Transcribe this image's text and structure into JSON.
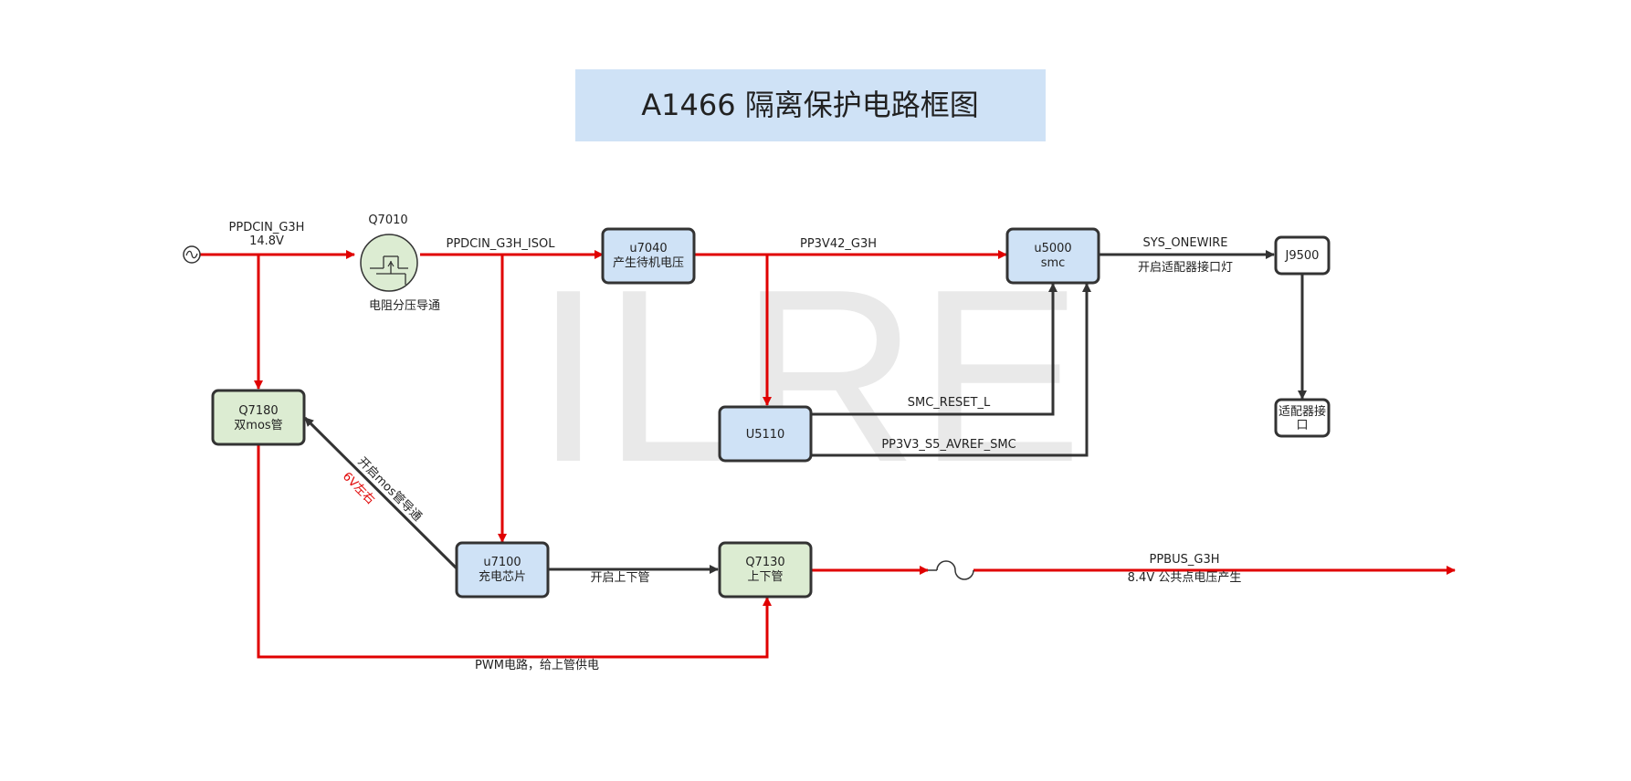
{
  "title": "A1466  隔离保护电路框图",
  "watermark": "ILRE",
  "colors": {
    "title_bg": "#cfe2f6",
    "box_blue": "#cfe2f6",
    "box_green": "#dcecd2",
    "signal_red": "#e00000",
    "line_dark": "#333333"
  },
  "nodes": {
    "q7010": {
      "label": "Q7010",
      "note": "电阻分压导通"
    },
    "u7040": {
      "line1": "u7040",
      "line2": "产生待机电压"
    },
    "u5000": {
      "line1": "u5000",
      "line2": "smc"
    },
    "j9500": {
      "line1": "J9500"
    },
    "adapter": {
      "line1": "适配器接",
      "line2": "口"
    },
    "q7180": {
      "line1": "Q7180",
      "line2": "双mos管"
    },
    "u5110": {
      "line1": "U5110"
    },
    "u7100": {
      "line1": "u7100",
      "line2": "充电芯片"
    },
    "q7130": {
      "line1": "Q7130",
      "line2": "上下管"
    }
  },
  "edges": {
    "ppdcin": {
      "name": "PPDCIN_G3H",
      "value": "14.8V"
    },
    "ppdcin_isol": "PPDCIN_G3H_ISOL",
    "pp3v42": "PP3V42_G3H",
    "sys_onewire": {
      "name": "SYS_ONEWIRE",
      "desc": "开启适配器接口灯"
    },
    "smc_reset": "SMC_RESET_L",
    "pp3v3": "PP3V3_S5_AVREF_SMC",
    "mos_on": {
      "text": "开启mos管导通",
      "value": "6V左右"
    },
    "gate_drive": "开启上下管",
    "pwm": "PWM电路，给上管供电",
    "ppbus": {
      "name": "PPBUS_G3H",
      "desc": "8.4V 公共点电压产生"
    }
  },
  "icons": {
    "source": "ac-source-icon",
    "fuse": "fuse-icon",
    "mosfet": "mosfet-icon"
  }
}
